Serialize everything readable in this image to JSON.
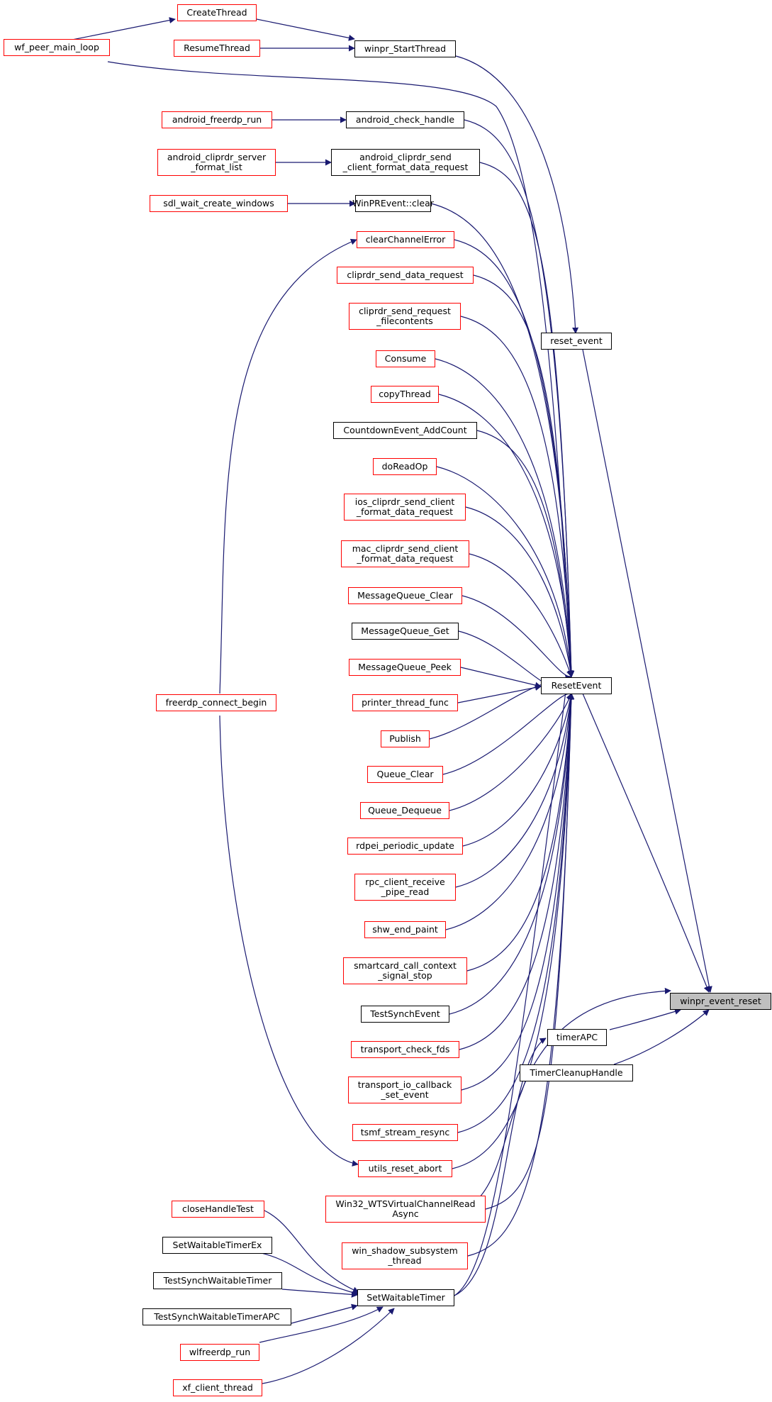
{
  "graph": {
    "title": "winpr_event_reset",
    "edge_color": "#191970",
    "border_colors": {
      "documented": "#000000",
      "truncated": "#ff0000"
    },
    "nodes": {
      "root": "winpr_event_reset",
      "reset_event": "reset_event",
      "ResetEvent": "ResetEvent",
      "timerAPC": "timerAPC",
      "TimerCleanupHandle": "TimerCleanupHandle",
      "winpr_StartThread": "winpr_StartThread",
      "CreateThread": "CreateThread",
      "ResumeThread": "ResumeThread",
      "wf_peer_main_loop": "wf_peer_main_loop",
      "android_check_handle": "android_check_handle",
      "android_freerdp_run": "android_freerdp_run",
      "android_cliprdr_send_client_format_data_request": "android_cliprdr_send\n_client_format_data_request",
      "android_cliprdr_server_format_list": "android_cliprdr_server\n_format_list",
      "WinPREvent_clear": "WinPREvent::clear",
      "sdl_wait_create_windows": "sdl_wait_create_windows",
      "clearChannelError": "clearChannelError",
      "freerdp_connect_begin": "freerdp_connect_begin",
      "cliprdr_send_data_request": "cliprdr_send_data_request",
      "cliprdr_send_request_filecontents": "cliprdr_send_request\n_filecontents",
      "Consume": "Consume",
      "copyThread": "copyThread",
      "CountdownEvent_AddCount": "CountdownEvent_AddCount",
      "doReadOp": "doReadOp",
      "ios_cliprdr_send_client_format_data_request": "ios_cliprdr_send_client\n_format_data_request",
      "mac_cliprdr_send_client_format_data_request": "mac_cliprdr_send_client\n_format_data_request",
      "MessageQueue_Clear": "MessageQueue_Clear",
      "MessageQueue_Get": "MessageQueue_Get",
      "MessageQueue_Peek": "MessageQueue_Peek",
      "printer_thread_func": "printer_thread_func",
      "Publish": "Publish",
      "Queue_Clear": "Queue_Clear",
      "Queue_Dequeue": "Queue_Dequeue",
      "rdpei_periodic_update": "rdpei_periodic_update",
      "rpc_client_receive_pipe_read": "rpc_client_receive\n_pipe_read",
      "shw_end_paint": "shw_end_paint",
      "smartcard_call_context_signal_stop": "smartcard_call_context\n_signal_stop",
      "TestSynchEvent": "TestSynchEvent",
      "transport_check_fds": "transport_check_fds",
      "transport_io_callback_set_event": "transport_io_callback\n_set_event",
      "tsmf_stream_resync": "tsmf_stream_resync",
      "utils_reset_abort": "utils_reset_abort",
      "Win32_WTSVirtualChannelReadAsync": "Win32_WTSVirtualChannelRead\nAsync",
      "win_shadow_subsystem_thread": "win_shadow_subsystem\n_thread",
      "SetWaitableTimer": "SetWaitableTimer",
      "closeHandleTest": "closeHandleTest",
      "SetWaitableTimerEx": "SetWaitableTimerEx",
      "TestSynchWaitableTimer": "TestSynchWaitableTimer",
      "TestSynchWaitableTimerAPC": "TestSynchWaitableTimerAPC",
      "wlfreerdp_run": "wlfreerdp_run",
      "xf_client_thread": "xf_client_thread"
    }
  }
}
